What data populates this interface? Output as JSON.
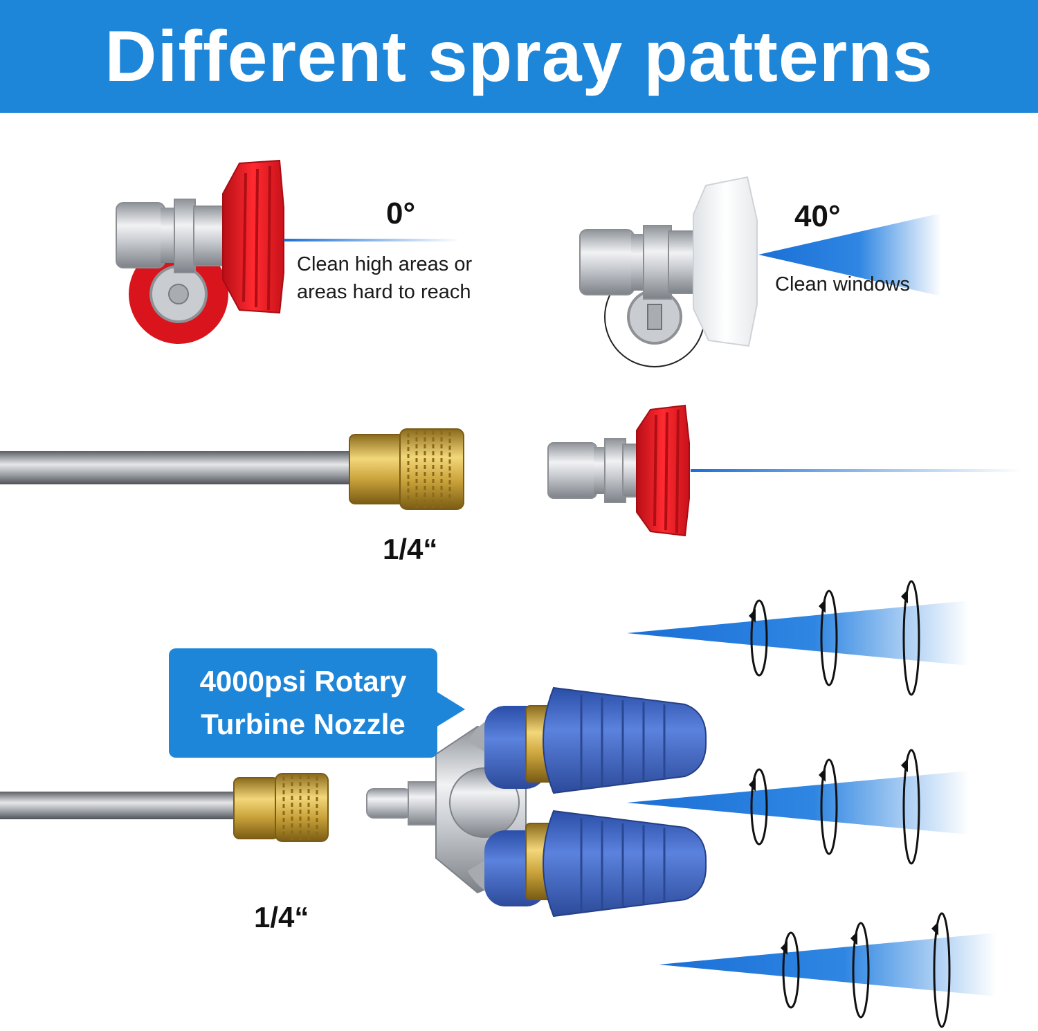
{
  "header": {
    "title": "Different spray patterns"
  },
  "nozzles": [
    {
      "angle": "0°",
      "description_lines": [
        "Clean high areas or",
        "areas hard to reach"
      ],
      "color": "#e3161f"
    },
    {
      "angle": "40°",
      "description_lines": [
        "Clean windows"
      ],
      "color": "#ffffff"
    }
  ],
  "fittings": {
    "upper_size": "1/4“",
    "lower_size": "1/4“"
  },
  "callout": {
    "lines": [
      "4000psi Rotary",
      "Turbine Nozzle"
    ]
  },
  "colors": {
    "brand_blue": "#1e86d9",
    "spray_blue": "#1b6fd6",
    "brass": "#c9a23a",
    "steel": "#b8bcc2",
    "turbine_blue": "#3d63c4"
  },
  "icons": [
    "quick-connect-nozzle-red",
    "quick-connect-nozzle-white",
    "wand-with-coupler",
    "rotary-turbine-nozzle",
    "rotation-arrow"
  ]
}
